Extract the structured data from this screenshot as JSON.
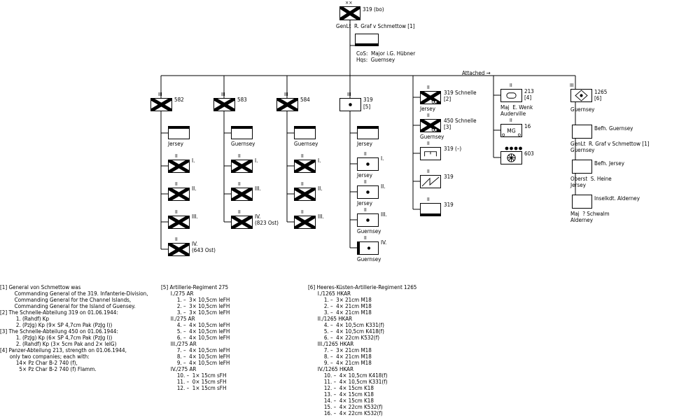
{
  "top": {
    "id": "319 (bo)",
    "echelon": "××",
    "commander": "GenLt  R. Graf v Schmettow [1]",
    "staff": [
      "CoS:  Major i.G. Hübner",
      "Hqs:  Guernsey"
    ]
  },
  "attached_label": "Attached →",
  "regiments": [
    {
      "id": "582",
      "hq_loc": "Jersey",
      "bns": [
        {
          "label": "I."
        },
        {
          "label": "II."
        },
        {
          "label": "III."
        },
        {
          "label": "IV.",
          "sub": "(643 Ost)"
        }
      ]
    },
    {
      "id": "583",
      "hq_loc": "Guernsey",
      "bns": [
        {
          "label": "I."
        },
        {
          "label": "III."
        },
        {
          "label": "IV.",
          "sub": "(823 Ost)"
        }
      ]
    },
    {
      "id": "584",
      "hq_loc": "Guernsey",
      "bns": [
        {
          "label": "I."
        },
        {
          "label": "II."
        },
        {
          "label": "III."
        }
      ]
    },
    {
      "id": "319",
      "note": "[5]",
      "hq_loc": "Jersey",
      "bns": [
        {
          "label": "I.",
          "loc": "Jersey"
        },
        {
          "label": "II.",
          "loc": "Jersey"
        },
        {
          "label": "III.",
          "loc": "Guernsey"
        },
        {
          "label": "IV.",
          "loc": "Guernsey"
        }
      ]
    }
  ],
  "divisional": [
    {
      "id": "319 Schnelle",
      "note": "[2]",
      "loc": "Jersey"
    },
    {
      "id": "450 Schnelle",
      "note": "[3]",
      "loc": "Guernsey"
    },
    {
      "id": "319 (–)"
    },
    {
      "id": "319"
    },
    {
      "id": "319"
    }
  ],
  "attached": [
    {
      "id": "213",
      "note": "[4]",
      "lines": [
        "Maj  E. Wenk",
        "Auderville"
      ]
    },
    {
      "id": "16",
      "symbol": "MG"
    },
    {
      "id": "603"
    }
  ],
  "hkar": {
    "id": "1265",
    "note": "[6]",
    "loc": "Guernsey"
  },
  "befh": [
    {
      "title": "Befh. Guernsey",
      "lines": [
        "GenLt  R. Graf v Schmettow [1]",
        "Guernsey"
      ]
    },
    {
      "title": "Befh. Jersey",
      "lines": [
        "Oberst  S. Heine",
        "Jersey"
      ]
    },
    {
      "title": "Inselkdt. Alderney",
      "lines": [
        "Maj  ? Schwalm",
        "Alderney"
      ]
    }
  ],
  "notes_col1": [
    "[1] General von Schmettow was",
    "         Commanding General of the 319. Infanterie-Division,",
    "         Commanding General for the Channel Islands,",
    "         Commanding General for the Island of Guensey.",
    "[2] The Schnelle-Abteilung 319 on 01.06.1944:",
    "          1. (Rahdf) Kp",
    "          2. (PzJg) Kp (9× SP 4,7cm Pak (PzJg I))",
    "[3] The Schnelle-Abteilung 450 on 01.06.1944:",
    "          1. (PzJg) Kp (6× SP 4,7cm Pak (PzJg I))",
    "          2. (Rahdf) Kp (3× 5cm Pak and 2× leIG)",
    "[4] Panzer-Abteilung 213, strength on 01.06.1944,",
    "      only two companies; each with:",
    "          14× Pz Char B-2 740 (f),",
    "            5× Pz Char B-2 740 (f) Flamm."
  ],
  "notes_col2": [
    "[5] Artillerie-Regiment 275",
    "      I./275 AR",
    "          1. –  3× 10,5cm leFH",
    "          2. –  3× 10,5cm leFH",
    "          3. –  3× 10,5cm leFH",
    "      II./275 AR",
    "          4. –  4× 10,5cm leFH",
    "          5. –  4× 10,5cm leFH",
    "          6. –  4× 10,5cm leFH",
    "      III./275 AR",
    "          7. –  4× 10,5cm leFH",
    "          8. –  4× 10,5cm leFH",
    "          9. –  4× 10,5cm leFH",
    "      IV./275 AR",
    "          10. –  1× 15cm sFH",
    "          11. –  0× 15cm sFH",
    "          12. –  1× 15cm sFH"
  ],
  "notes_col3": [
    "[6] Heeres-Küsten-Artillerie-Regiment 1265",
    "      I./1265 HKAR",
    "          1. –  3× 21cm M18",
    "          2. –  4× 21cm M18",
    "          3. –  4× 21cm M18",
    "      II./1265 HKAR",
    "          4. –  4× 10,5cm K331(f)",
    "          5. –  4× 10,5cm K418(f)",
    "          6. –  4× 22cm K532(f)",
    "      III./1265 HKAR",
    "          7. –  3× 21cm M18",
    "          8. –  4× 21cm M18",
    "          9. –  4× 21cm M18",
    "      IV./1265 HKAR",
    "          10. –  4× 10,5cm K418(f)",
    "          11. –  4× 10,5cm K331(f)",
    "          12. –  4× 15cm K18",
    "          13. –  4× 15cm K18",
    "          14. –  4× 15cm K18",
    "          15. –  4× 22cm K532(f)",
    "          16. –  4× 22cm K532(f)"
  ]
}
